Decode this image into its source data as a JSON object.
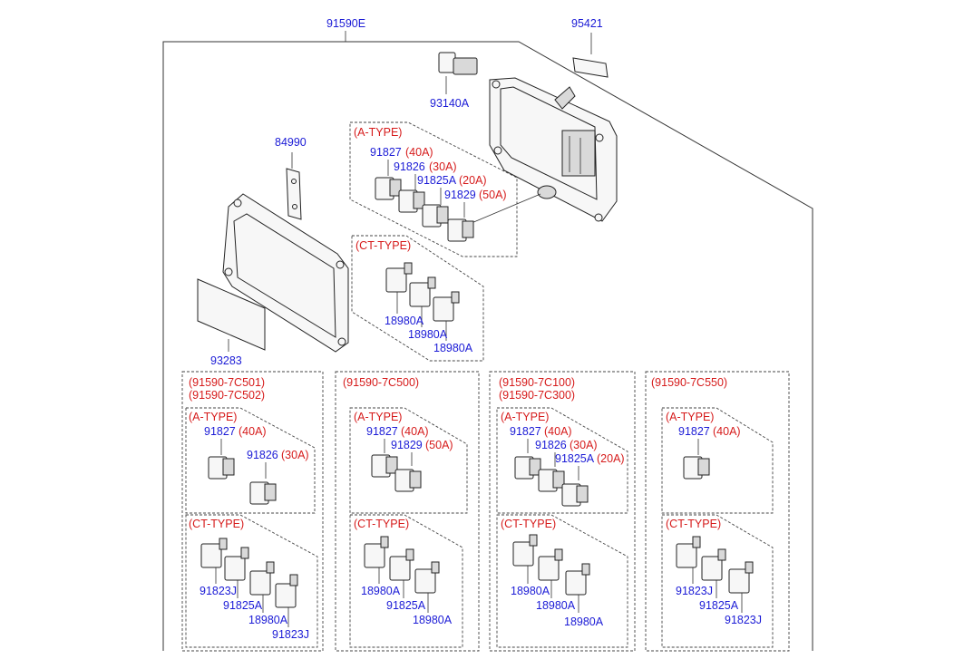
{
  "top_labels": {
    "assembly": "91590E",
    "label_95421": "95421",
    "label_93140A": "93140A",
    "label_84990": "84990",
    "label_93283": "93283"
  },
  "main_a_type": {
    "header": "(A-TYPE)",
    "items": [
      {
        "pn": "91827",
        "amp": "(40A)"
      },
      {
        "pn": "91826",
        "amp": "(30A)"
      },
      {
        "pn": "91825A",
        "amp": "(20A)"
      },
      {
        "pn": "91829",
        "amp": "(50A)"
      }
    ]
  },
  "main_ct_type": {
    "header": "(CT-TYPE)",
    "items": [
      "18980A",
      "18980A",
      "18980A"
    ]
  },
  "variants": [
    {
      "codes": [
        "(91590-7C501)",
        "(91590-7C502)"
      ],
      "a_header": "(A-TYPE)",
      "a_items": [
        {
          "pn": "91827",
          "amp": "(40A)"
        },
        {
          "pn": "91826",
          "amp": "(30A)"
        }
      ],
      "ct_header": "(CT-TYPE)",
      "ct_items": [
        "91823J",
        "91825A",
        "18980A",
        "91823J"
      ]
    },
    {
      "codes": [
        "(91590-7C500)"
      ],
      "a_header": "(A-TYPE)",
      "a_items": [
        {
          "pn": "91827",
          "amp": "(40A)"
        },
        {
          "pn": "91829",
          "amp": "(50A)"
        }
      ],
      "ct_header": "(CT-TYPE)",
      "ct_items": [
        "18980A",
        "91825A",
        "18980A"
      ]
    },
    {
      "codes": [
        "(91590-7C100)",
        "(91590-7C300)"
      ],
      "a_header": "(A-TYPE)",
      "a_items": [
        {
          "pn": "91827",
          "amp": "(40A)"
        },
        {
          "pn": "91826",
          "amp": "(30A)"
        },
        {
          "pn": "91825A",
          "amp": "(20A)"
        }
      ],
      "ct_header": "(CT-TYPE)",
      "ct_items": [
        "18980A",
        "18980A",
        "18980A"
      ]
    },
    {
      "codes": [
        "(91590-7C550)"
      ],
      "a_header": "(A-TYPE)",
      "a_items": [
        {
          "pn": "91827",
          "amp": "(40A)"
        }
      ],
      "ct_header": "(CT-TYPE)",
      "ct_items": [
        "91823J",
        "91825A",
        "91823J"
      ]
    }
  ],
  "colors": {
    "part_number": "#1b1bd6",
    "amperage": "#d61b1b",
    "line": "#333333"
  }
}
